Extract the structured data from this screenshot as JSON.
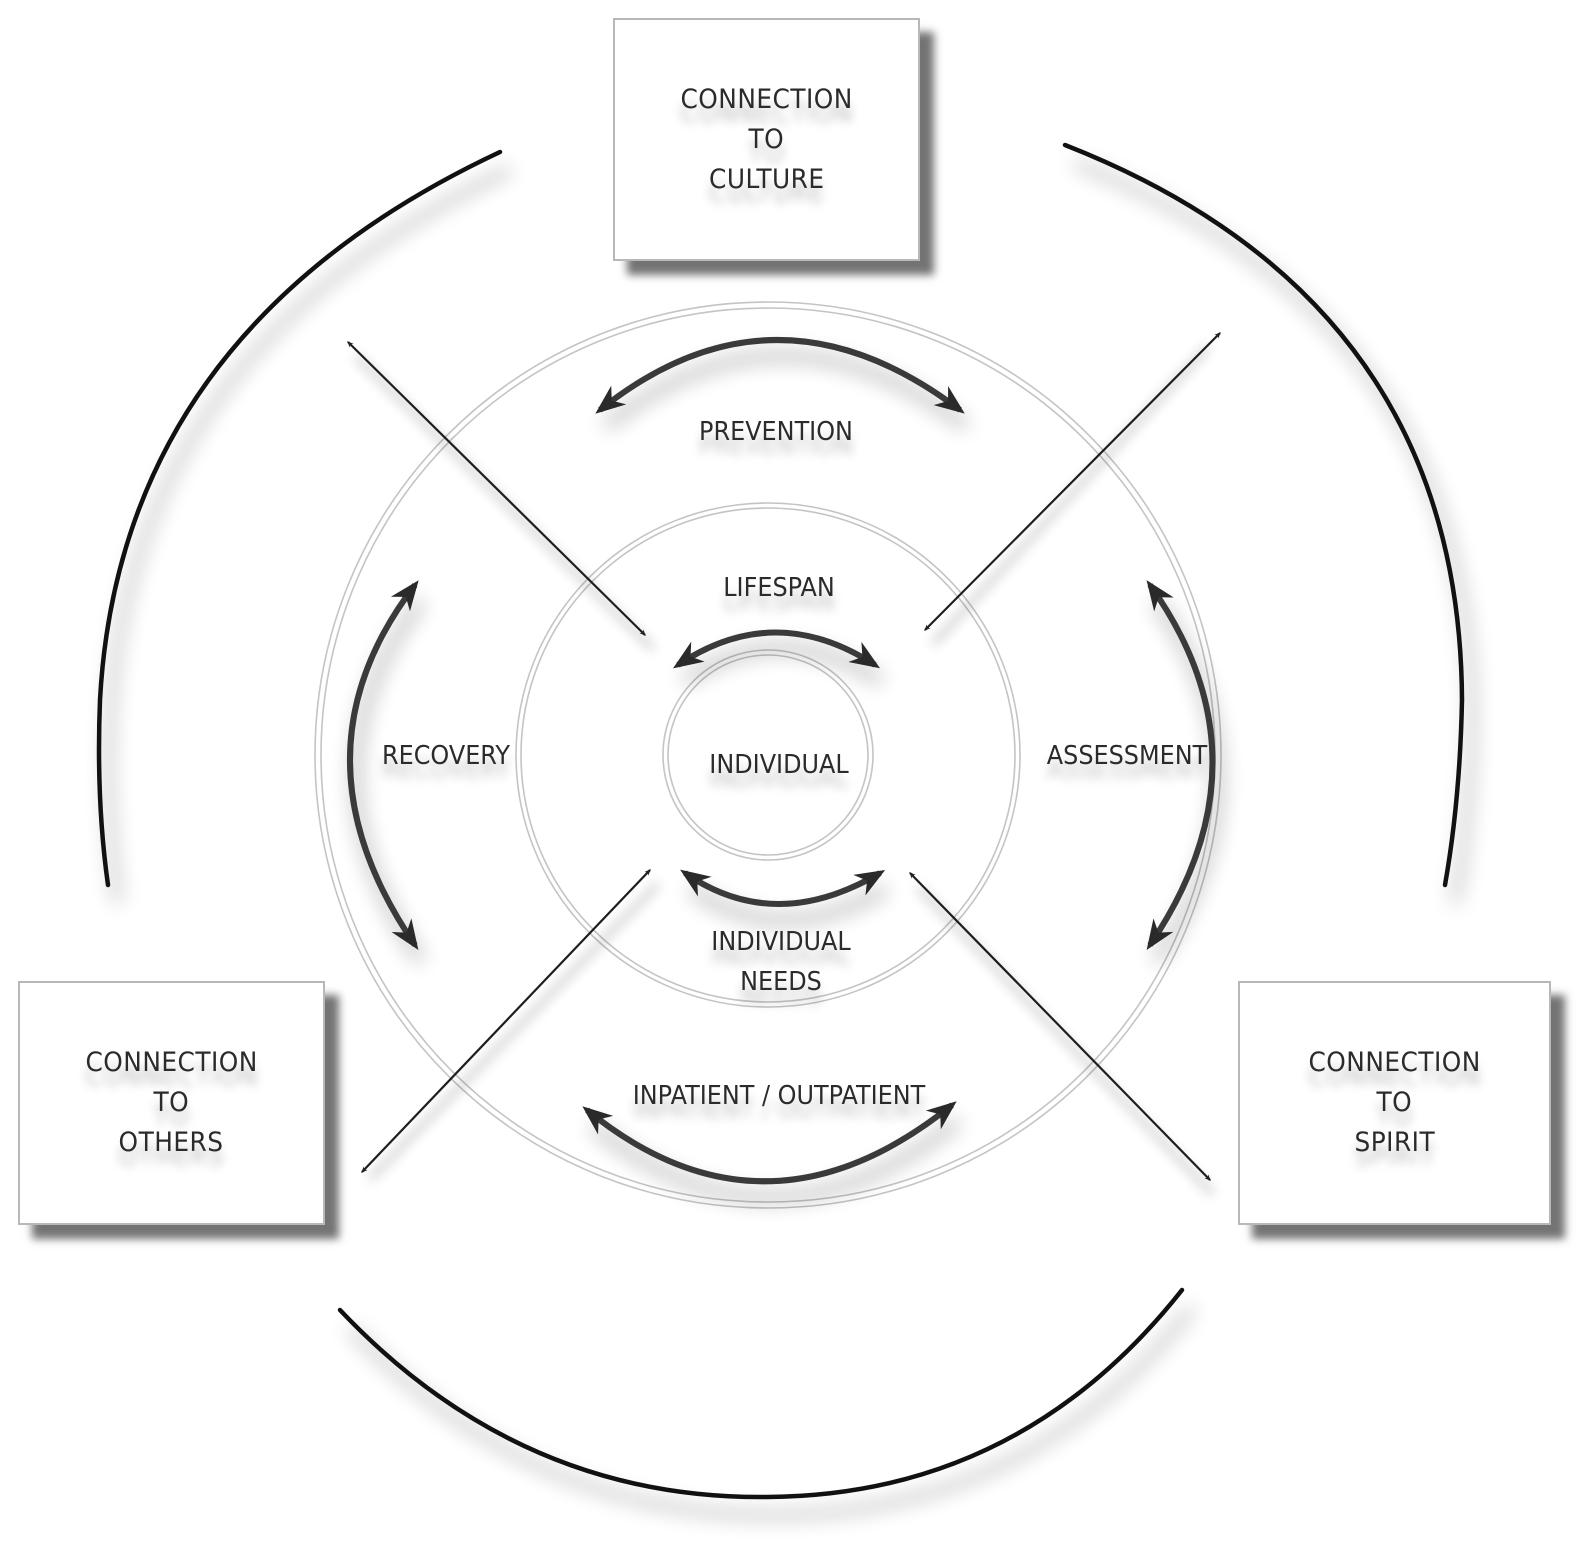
{
  "diagram": {
    "type": "concentric-circle model with connection boxes",
    "center": {
      "label": "INDIVIDUAL"
    },
    "inner_ring": {
      "top": "LIFESPAN",
      "bottom": [
        "INDIVIDUAL",
        "NEEDS"
      ]
    },
    "outer_ring": {
      "top": "PREVENTION",
      "left": "RECOVERY",
      "right": "ASSESSMENT",
      "bottom": "INPATIENT / OUTPATIENT"
    },
    "boxes": {
      "top": {
        "lines": [
          "CONNECTION",
          "TO",
          "CULTURE"
        ]
      },
      "left": {
        "lines": [
          "CONNECTION",
          "TO",
          "OTHERS"
        ]
      },
      "right": {
        "lines": [
          "CONNECTION",
          "TO",
          "SPIRIT"
        ]
      }
    },
    "colors": {
      "background": "#ffffff",
      "arrow": "#3a3a3a",
      "outer_arc": "#111111",
      "ring_line": "#c4c4c4",
      "text": "#2b2b2b"
    }
  }
}
